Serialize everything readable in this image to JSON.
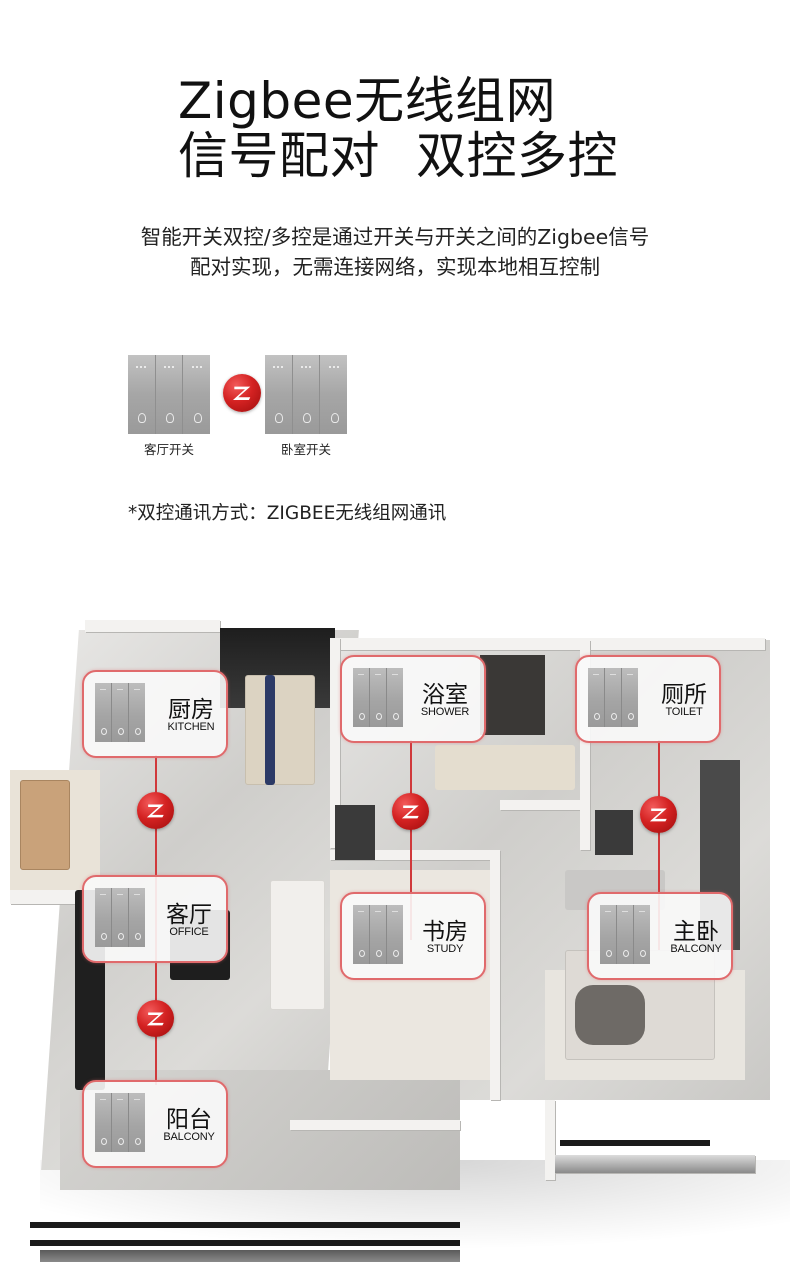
{
  "header": {
    "title_line1": "Zigbee无线组网",
    "title_line2_a": "信号配对",
    "title_line2_b": "双控多控",
    "subtitle_line1": "智能开关双控/多控是通过开关与开关之间的Zigbee信号",
    "subtitle_line2": "配对实现，无需连接网络，实现本地相互控制"
  },
  "pairing_example": {
    "left_switch_label": "客厅开关",
    "right_switch_label": "卧室开关",
    "link_icon": "zigbee-logo-icon"
  },
  "note": "*双控通讯方式：ZIGBEE无线组网通讯",
  "colors": {
    "accent_red": "#d42222",
    "card_border": "#e06a6c",
    "link_line": "#d0393b",
    "switch_gray": "#a6a6a6"
  },
  "floor_plan": {
    "rooms": [
      {
        "id": "kitchen",
        "cn": "厨房",
        "en": "KITCHEN"
      },
      {
        "id": "shower",
        "cn": "浴室",
        "en": "SHOWER"
      },
      {
        "id": "toilet",
        "cn": "厕所",
        "en": "TOILET"
      },
      {
        "id": "office",
        "cn": "客厅",
        "en": "OFFICE"
      },
      {
        "id": "study",
        "cn": "书房",
        "en": "STUDY"
      },
      {
        "id": "master",
        "cn": "主卧",
        "en": "BALCONY"
      },
      {
        "id": "balcony",
        "cn": "阳台",
        "en": "BALCONY"
      }
    ],
    "links": [
      {
        "from": "kitchen",
        "to": "office"
      },
      {
        "from": "office",
        "to": "balcony"
      },
      {
        "from": "shower",
        "to": "study"
      },
      {
        "from": "toilet",
        "to": "master"
      }
    ]
  }
}
